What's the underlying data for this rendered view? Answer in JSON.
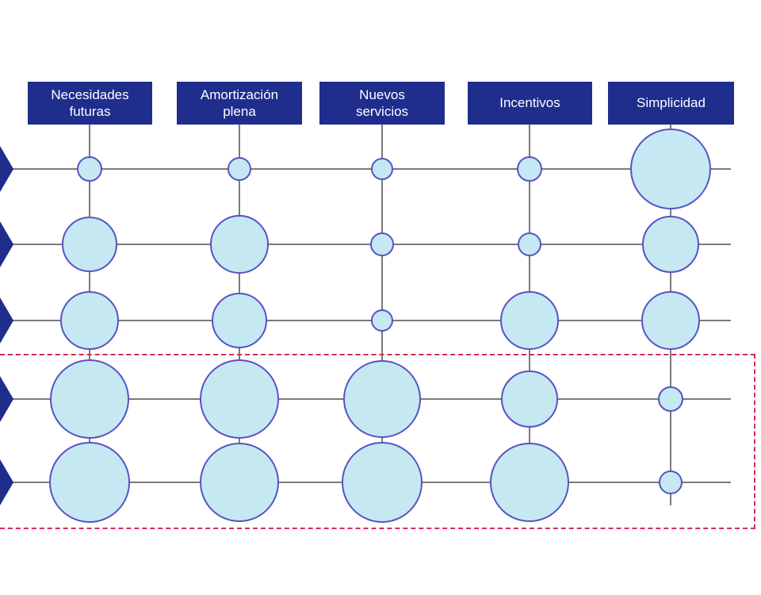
{
  "page": {
    "background": "#ffffff"
  },
  "colors": {
    "header_bg": "#1f2d8c",
    "header_text": "#ffffff",
    "chevron": "#1f2d8c",
    "grid_line": "#7a7a7a",
    "bubble_fill": "#c6e8f2",
    "bubble_border": "#5753c2",
    "highlight_border": "#d62b56"
  },
  "chart_data": {
    "type": "bubble-matrix",
    "title": "",
    "columns": [
      {
        "id": "necesidades-futuras",
        "label": "Necesidades\nfuturas"
      },
      {
        "id": "amortizacion-plena",
        "label": "Amortización\nplena"
      },
      {
        "id": "nuevos-servicios",
        "label": "Nuevos\nservicios"
      },
      {
        "id": "incentivos",
        "label": "Incentivos"
      },
      {
        "id": "simplicidad",
        "label": "Simplicidad"
      }
    ],
    "rows": [
      {
        "id": "row-1",
        "label": ""
      },
      {
        "id": "row-2",
        "label": ""
      },
      {
        "id": "row-3",
        "label": ""
      },
      {
        "id": "row-4",
        "label": ""
      },
      {
        "id": "row-5",
        "label": ""
      }
    ],
    "bubble_radius_px": [
      [
        16,
        15,
        14,
        16,
        51
      ],
      [
        35,
        37,
        15,
        15,
        36
      ],
      [
        37,
        35,
        14,
        37,
        37
      ],
      [
        50,
        50,
        49,
        36,
        16
      ],
      [
        51,
        50,
        51,
        50,
        15
      ]
    ],
    "size_levels": [
      [
        1,
        1,
        1,
        1,
        3
      ],
      [
        2,
        2,
        1,
        1,
        2
      ],
      [
        2,
        2,
        1,
        2,
        2
      ],
      [
        3,
        3,
        3,
        2,
        1
      ],
      [
        3,
        3,
        3,
        3,
        1
      ]
    ],
    "legend_position": "none",
    "grid": true,
    "highlight": {
      "style": "red-dashed-box",
      "covers_rows": [
        "row-4",
        "row-5"
      ]
    }
  }
}
